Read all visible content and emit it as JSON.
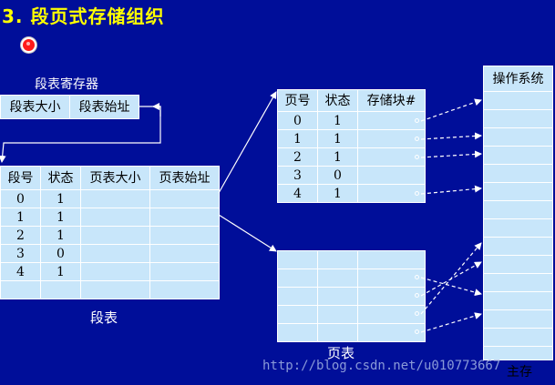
{
  "title": "3. 段页式存储组织",
  "segment_register": {
    "caption": "段表寄存器",
    "cells": [
      "段表大小",
      "段表始址"
    ]
  },
  "segment_table": {
    "caption": "段表",
    "headers": [
      "段号",
      "状态",
      "页表大小",
      "页表始址"
    ],
    "rows": [
      [
        "0",
        "1",
        "",
        ""
      ],
      [
        "1",
        "1",
        "",
        ""
      ],
      [
        "2",
        "1",
        "",
        ""
      ],
      [
        "3",
        "0",
        "",
        ""
      ],
      [
        "4",
        "1",
        "",
        ""
      ],
      [
        "",
        "",
        "",
        ""
      ]
    ]
  },
  "page_table_upper": {
    "headers": [
      "页号",
      "状态",
      "存储块#"
    ],
    "rows": [
      [
        "0",
        "1",
        ""
      ],
      [
        "1",
        "1",
        ""
      ],
      [
        "2",
        "1",
        ""
      ],
      [
        "3",
        "0",
        ""
      ],
      [
        "4",
        "1",
        ""
      ]
    ]
  },
  "page_table_lower": {
    "caption": "页表",
    "rows": [
      [
        "",
        "",
        ""
      ],
      [
        "",
        "",
        ""
      ],
      [
        "",
        "",
        ""
      ],
      [
        "",
        "",
        ""
      ],
      [
        "",
        "",
        ""
      ]
    ]
  },
  "main_memory": {
    "os_label": "操作系统",
    "label": "主存"
  },
  "watermark": "http://blog.csdn.net/u010773667",
  "colors": {
    "background": "#000e99",
    "title": "#ffff00",
    "cell_fill": "#c8e6fa",
    "lines": "#ffffff"
  }
}
